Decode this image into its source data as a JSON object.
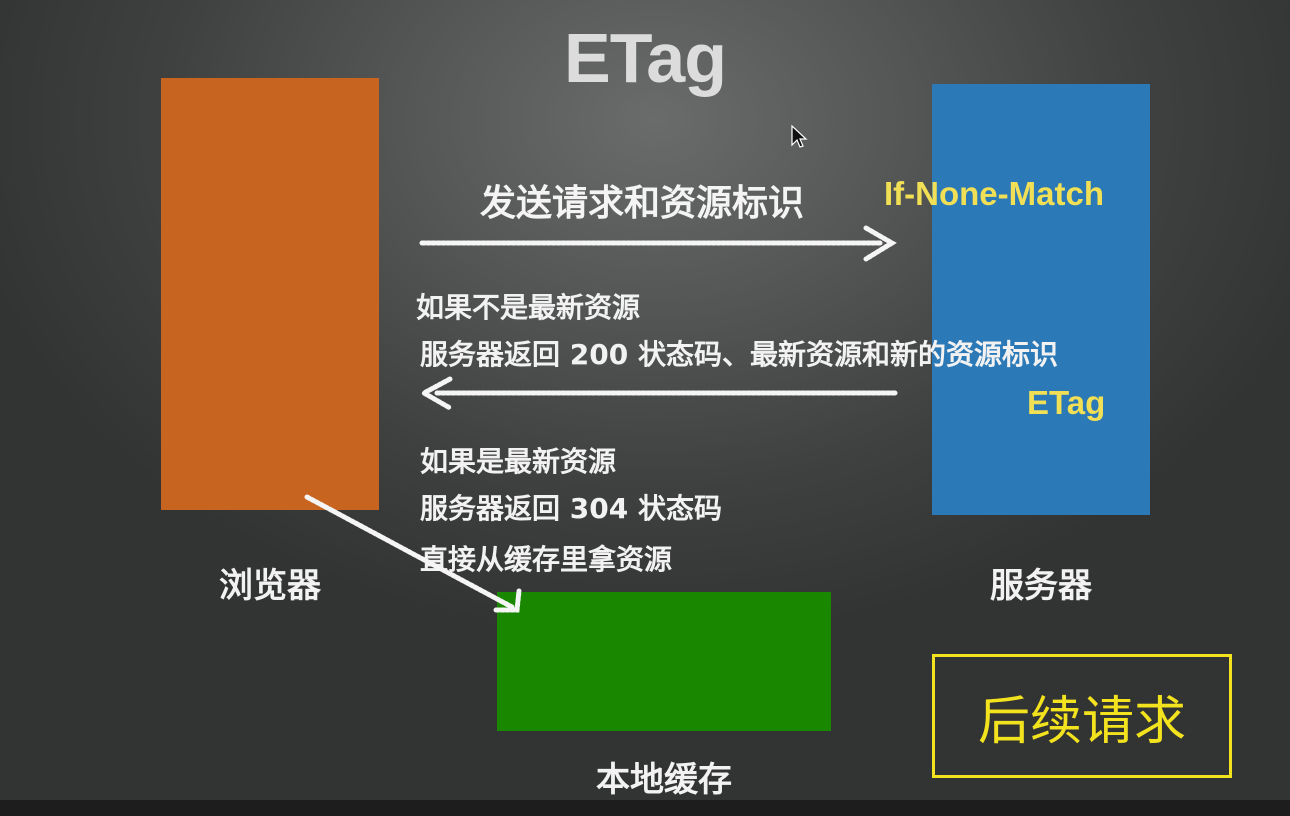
{
  "title": "ETag",
  "nodes": {
    "browser": {
      "label": "浏览器",
      "color": "#c66420"
    },
    "server": {
      "label": "服务器",
      "color": "#2b79b6"
    },
    "cache": {
      "label": "本地缓存",
      "color": "#1a8700"
    }
  },
  "request": {
    "text": "发送请求和资源标识",
    "header": "If-None-Match"
  },
  "response": {
    "not_latest_1": "如果不是最新资源",
    "not_latest_2": "服务器返回 200 状态码、最新资源和新的资源标识",
    "etag_label": "ETag",
    "latest_1": "如果是最新资源",
    "latest_2": "服务器返回 304 状态码",
    "latest_3": "直接从缓存里拿资源"
  },
  "followup": {
    "label": "后续请求",
    "border_color": "#f3e21e"
  },
  "colors": {
    "highlight": "#f1df55",
    "arrow": "#f5f5f5"
  },
  "icons": {
    "cursor": "mouse-pointer-icon"
  }
}
